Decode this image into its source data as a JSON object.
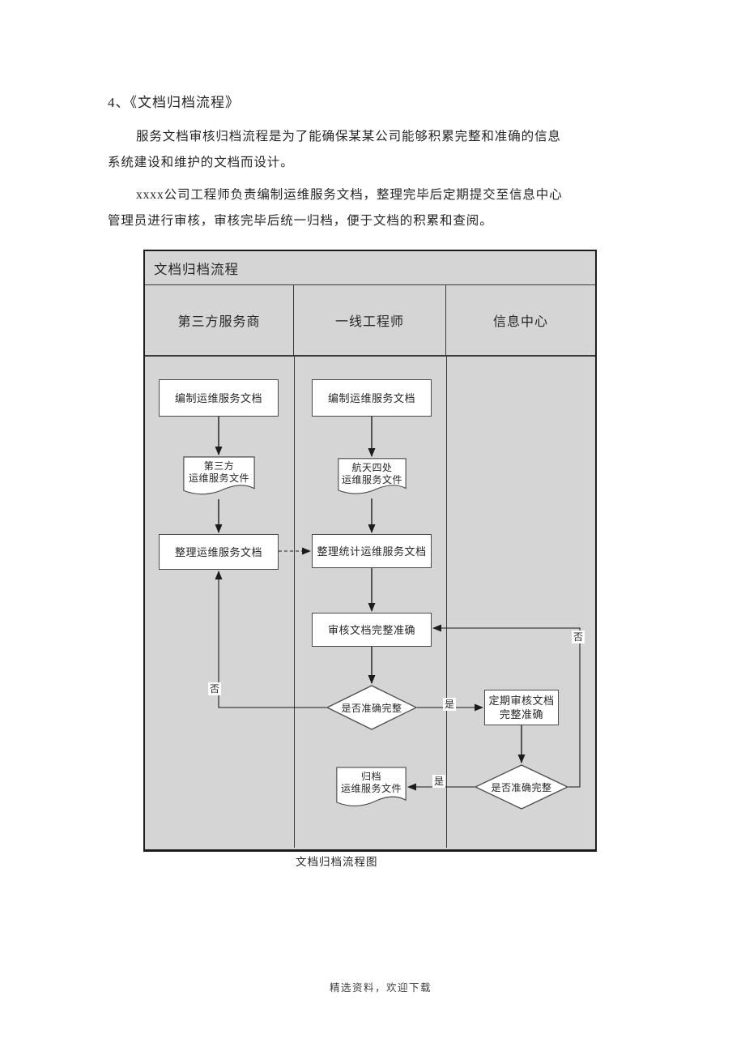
{
  "document": {
    "heading": "4、《文档归档流程》",
    "para1_line1": "服务文档审核归档流程是为了能确保某某公司能够积累完整和准确的信息",
    "para1_line2": "系统建设和维护的文档而设计。",
    "para2_line1": "xxxx公司工程师负责编制运维服务文档，整理完毕后定期提交至信息中心",
    "para2_line2": "管理员进行审核，审核完毕后统一归档，便于文档的积累和查阅。",
    "caption": "文档归档流程图",
    "footer": "精选资料，欢迎下载"
  },
  "flowchart": {
    "title": "文档归档流程",
    "lanes": [
      "第三方服务商",
      "一线工程师",
      "信息中心"
    ],
    "nodes": {
      "compile_doc_vendor": "编制运维服务文档",
      "compile_doc_engineer": "编制运维服务文档",
      "vendor_file_line1": "第三方",
      "vendor_file_line2": "运维服务文件",
      "engineer_file_line1": "航天四处",
      "engineer_file_line2": "运维服务文件",
      "organize_vendor": "整理运维服务文档",
      "organize_engineer": "整理统计运维服务文档",
      "review_doc": "审核文档完整准确",
      "decision1": "是否准确完整",
      "periodic_review_line1": "定期审核文档",
      "periodic_review_line2": "完整准确",
      "decision2": "是否准确完整",
      "archive_file_line1": "归档",
      "archive_file_line2": "运维服务文件"
    },
    "edge_labels": {
      "no1": "否",
      "yes1": "是",
      "yes2": "是",
      "no2": "否"
    }
  },
  "colors": {
    "page_bg": "#ffffff",
    "chart_bg": "#d5d5d5",
    "shape_fill": "#ffffff",
    "line_color": "#1c1c1c",
    "text_color": "#262626"
  }
}
